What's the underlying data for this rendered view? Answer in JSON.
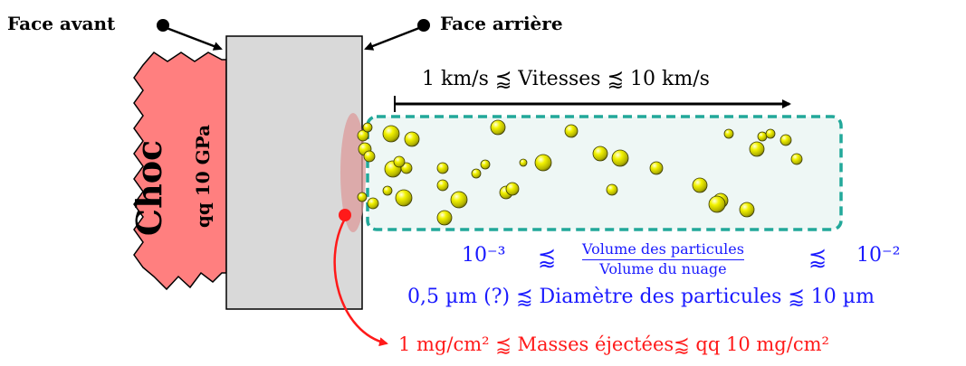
{
  "labels": {
    "face_avant": "Face avant",
    "face_arriere": "Face arrière",
    "choc": "Choc",
    "pression": "qq 10 GPa",
    "vitesses": "1 km/s ⪷ Vitesses ⪷ 10 km/s",
    "ratio_low": "10⁻³",
    "ratio_high": "10⁻²",
    "ratio_le1": "⪷",
    "ratio_le2": "⪷",
    "ratio_num": "Volume des particules",
    "ratio_den": "Volume du nuage",
    "diametre": "0,5 µm (?) ⪷ Diamètre des particules ⪷  10 µm",
    "masses": "1 mg/cm² ⪷ Masses éjectées⪷ qq 10 mg/cm²"
  },
  "colors": {
    "shock_fill": "#ff7f7f",
    "plate_fill": "#d9d9d9",
    "cloud_border": "#22a89a",
    "cloud_fill": "#eef7f5",
    "particle": "#e6e600",
    "ejecta_zone": "#dc9a9a",
    "blue_text": "#1a1aff",
    "red_text": "#ff1a1a"
  }
}
